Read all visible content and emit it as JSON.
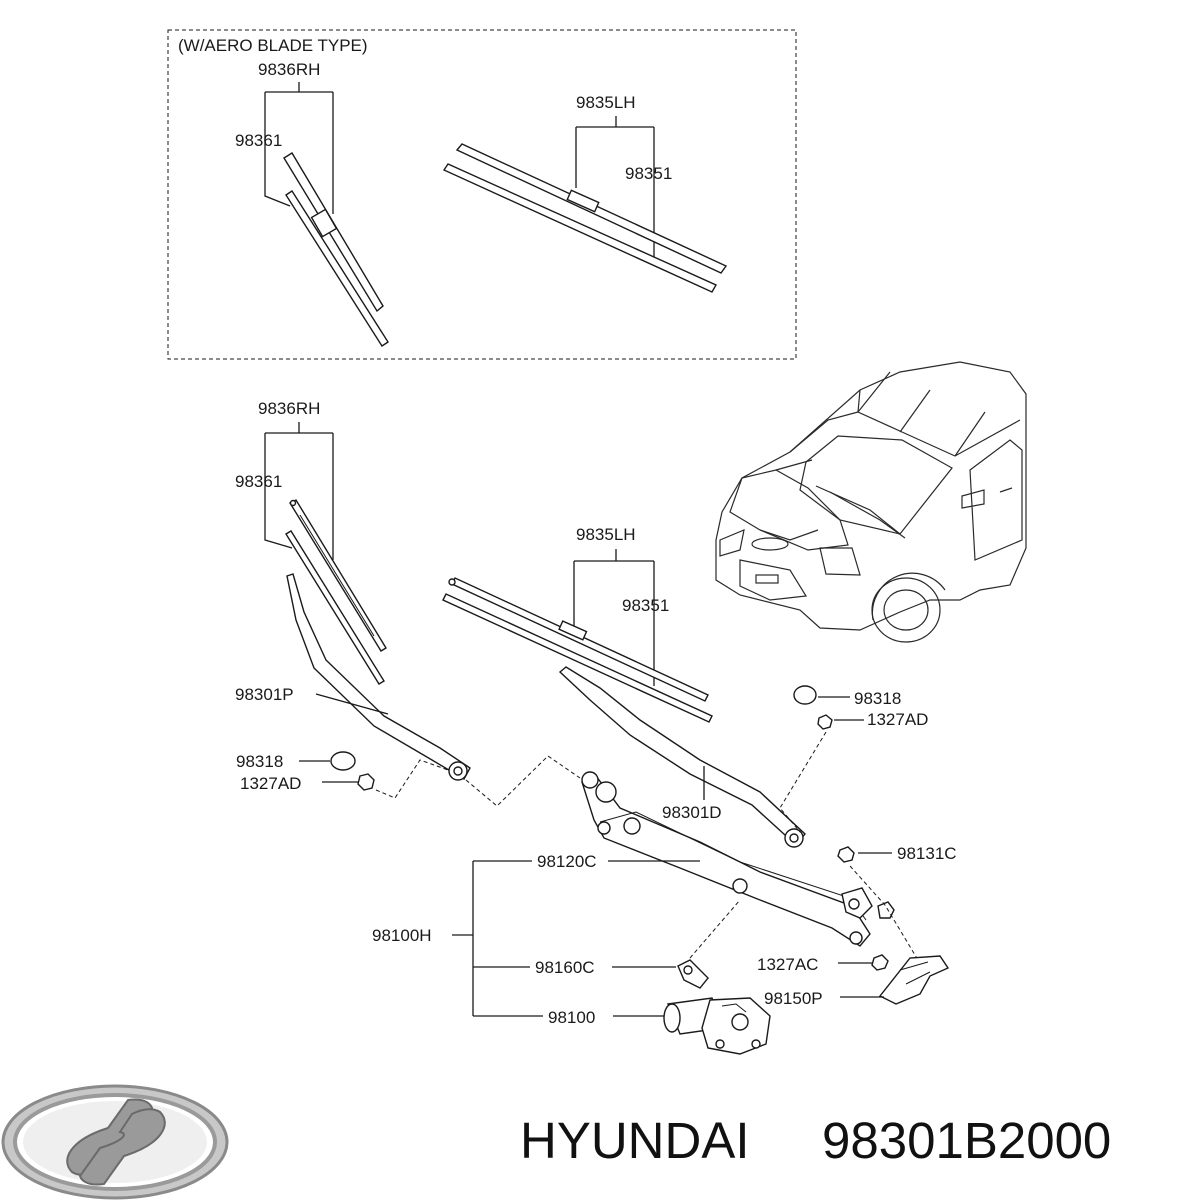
{
  "inset_title": "(W/AERO BLADE TYPE)",
  "inset": {
    "rh_assembly": "9836RH",
    "rh_blade": "98361",
    "lh_assembly": "9835LH",
    "lh_blade": "98351"
  },
  "main": {
    "rh_assembly": "9836RH",
    "rh_blade": "98361",
    "lh_assembly": "9835LH",
    "lh_blade": "98351",
    "arm_rh": "98301P",
    "cap_left": "98318",
    "nut_left": "1327AD",
    "cap_right": "98318",
    "nut_right": "1327AD",
    "arm_lh": "98301D",
    "link": "98120C",
    "pivot_nut": "98131C",
    "assembly": "98100H",
    "crank": "98160C",
    "bolt": "1327AC",
    "bracket": "98150P",
    "motor": "98100"
  },
  "footer": {
    "brand": "HYUNDAI",
    "part_number": "98301B2000",
    "logo": "hyundai-logo"
  }
}
